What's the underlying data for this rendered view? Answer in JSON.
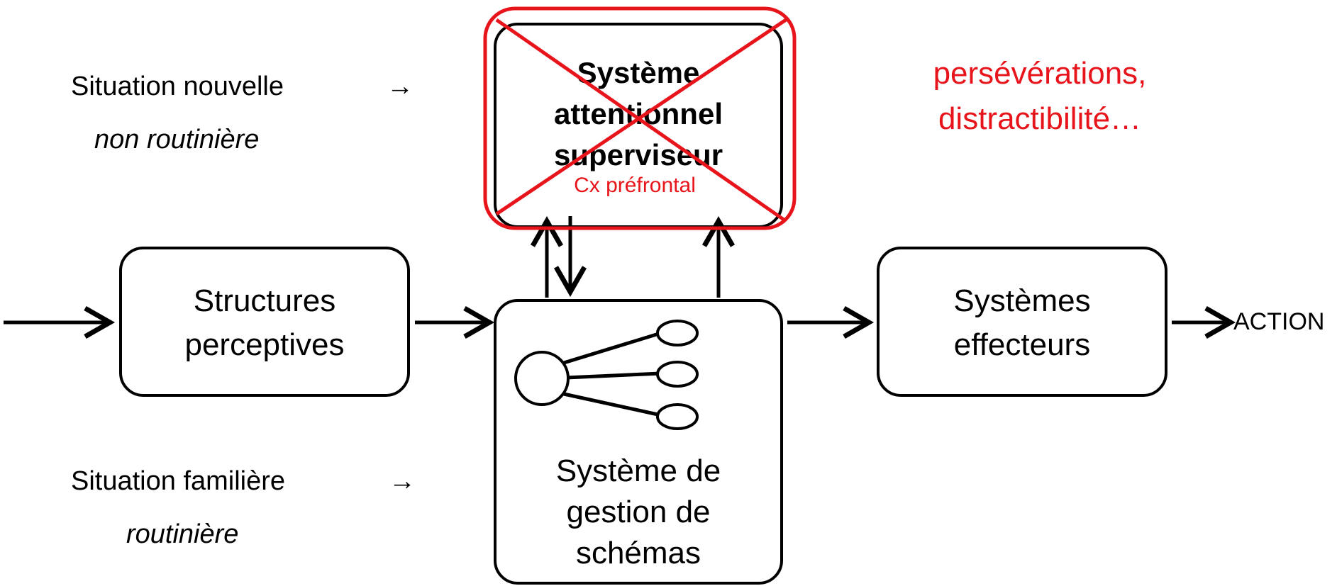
{
  "situations": {
    "novel": {
      "line1": "Situation nouvelle",
      "line2": "non routinière",
      "arrow": "→"
    },
    "familiar": {
      "line1": "Situation familière",
      "line2": "routinière",
      "arrow": "→"
    }
  },
  "sas": {
    "title_lines": [
      "Système",
      "attentionnel",
      "superviseur"
    ],
    "sublabel": "Cx préfrontal"
  },
  "deficits": {
    "lines": [
      "persévérations,",
      "distractibilité…"
    ]
  },
  "perceptual": {
    "lines": [
      "Structures",
      "perceptives"
    ]
  },
  "contention": {
    "lines": [
      "Système de",
      "gestion de",
      "schémas"
    ]
  },
  "effector": {
    "lines": [
      "Systèmes",
      "effecteurs"
    ]
  },
  "output": {
    "label": "ACTION"
  },
  "colors": {
    "lesion": "#e8141b",
    "stroke": "#000000"
  }
}
